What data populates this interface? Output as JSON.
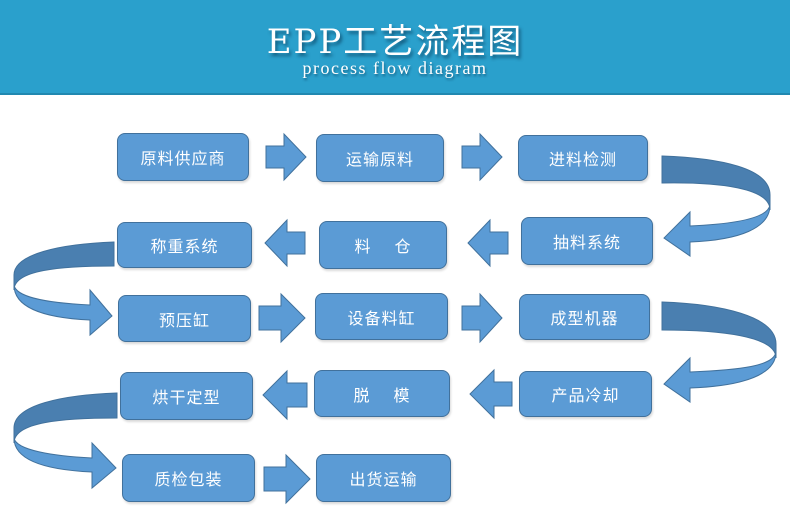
{
  "header": {
    "title": "EPP工艺流程图",
    "subtitle": "process flow diagram",
    "background_color": "#2aa0cc"
  },
  "flow": {
    "box_color": "#5b9bd5",
    "box_border_color": "#41719c",
    "arrow_color": "#5b9bd5",
    "u_turn_shade_color": "#4a7fb0",
    "steps": [
      {
        "id": "supplier",
        "label": "原料供应商"
      },
      {
        "id": "transport-material",
        "label": "运输原料"
      },
      {
        "id": "incoming-inspection",
        "label": "进料检测"
      },
      {
        "id": "suction-system",
        "label": "抽料系统"
      },
      {
        "id": "silo",
        "label": "料　 仓"
      },
      {
        "id": "weighing-system",
        "label": "称重系统"
      },
      {
        "id": "pre-pressure-cylinder",
        "label": "预压缸"
      },
      {
        "id": "equipment-cylinder",
        "label": "设备料缸"
      },
      {
        "id": "molding-machine",
        "label": "成型机器"
      },
      {
        "id": "product-cooling",
        "label": "产品冷却"
      },
      {
        "id": "demolding",
        "label": "脱　 模"
      },
      {
        "id": "drying-shaping",
        "label": "烘干定型"
      },
      {
        "id": "qc-packaging",
        "label": "质检包装"
      },
      {
        "id": "shipping",
        "label": "出货运输"
      }
    ]
  }
}
